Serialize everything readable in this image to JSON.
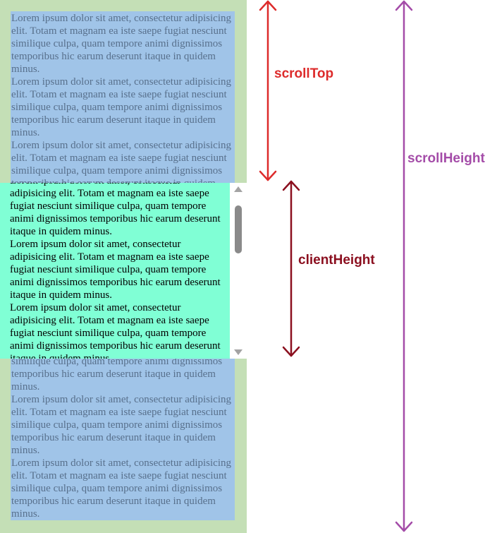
{
  "paragraph": "Lorem ipsum dolor sit amet, consectetur adipisicing elit. Totam et magnam ea iste saepe fugiat nesciunt similique culpa, quam tempore animi dignissimos temporibus hic earum deserunt itaque in quidem minus.",
  "labels": {
    "scroll_top": "scrollTop",
    "client_height": "clientHeight",
    "scroll_height": "scrollHeight"
  },
  "colors": {
    "scroll_top": "#dd2b2b",
    "client_height": "#8b0f1f",
    "scroll_height": "#a44ca8",
    "outer_background": "#c4dfb6",
    "content_background": "#a0c4e8",
    "viewport_background": "#80ffd5"
  }
}
